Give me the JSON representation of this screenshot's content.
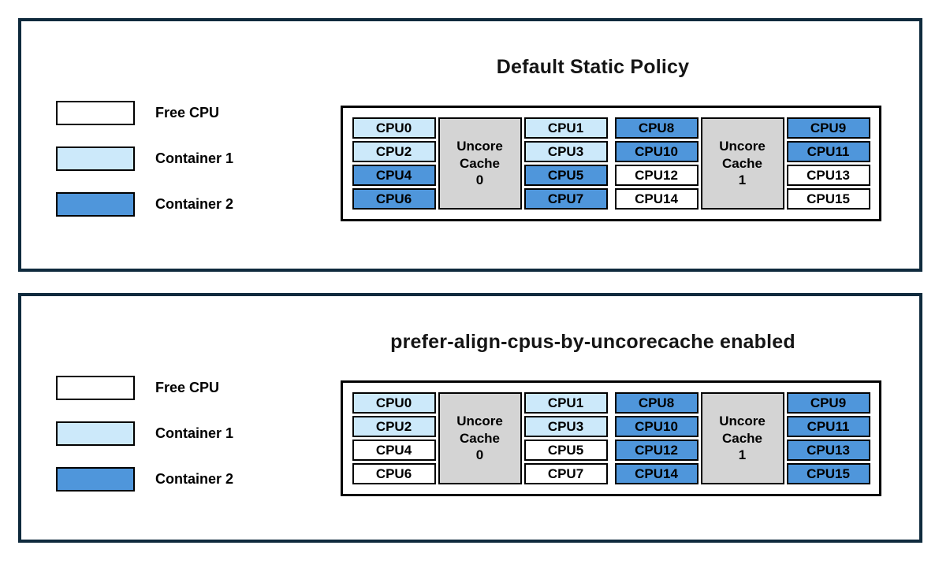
{
  "colors": {
    "free": "#ffffff",
    "container1": "#cce9fa",
    "container2": "#4f96db",
    "cache_fill": "#d4d4d4",
    "panel_border": "#0f2a3d",
    "cell_border": "#000000"
  },
  "legend": {
    "items": [
      {
        "label": "Free CPU",
        "state": "free"
      },
      {
        "label": "Container 1",
        "state": "container1"
      },
      {
        "label": "Container 2",
        "state": "container2"
      }
    ]
  },
  "panels": [
    {
      "title": "Default Static Policy",
      "groups": [
        {
          "cache_line1": "Uncore",
          "cache_line2": "Cache",
          "cache_number": "0",
          "left_cpus": [
            {
              "label": "CPU0",
              "state": "container1"
            },
            {
              "label": "CPU2",
              "state": "container1"
            },
            {
              "label": "CPU4",
              "state": "container2"
            },
            {
              "label": "CPU6",
              "state": "container2"
            }
          ],
          "right_cpus": [
            {
              "label": "CPU1",
              "state": "container1"
            },
            {
              "label": "CPU3",
              "state": "container1"
            },
            {
              "label": "CPU5",
              "state": "container2"
            },
            {
              "label": "CPU7",
              "state": "container2"
            }
          ]
        },
        {
          "cache_line1": "Uncore",
          "cache_line2": "Cache",
          "cache_number": "1",
          "left_cpus": [
            {
              "label": "CPU8",
              "state": "container2"
            },
            {
              "label": "CPU10",
              "state": "container2"
            },
            {
              "label": "CPU12",
              "state": "free"
            },
            {
              "label": "CPU14",
              "state": "free"
            }
          ],
          "right_cpus": [
            {
              "label": "CPU9",
              "state": "container2"
            },
            {
              "label": "CPU11",
              "state": "container2"
            },
            {
              "label": "CPU13",
              "state": "free"
            },
            {
              "label": "CPU15",
              "state": "free"
            }
          ]
        }
      ]
    },
    {
      "title": "prefer-align-cpus-by-uncorecache enabled",
      "groups": [
        {
          "cache_line1": "Uncore",
          "cache_line2": "Cache",
          "cache_number": "0",
          "left_cpus": [
            {
              "label": "CPU0",
              "state": "container1"
            },
            {
              "label": "CPU2",
              "state": "container1"
            },
            {
              "label": "CPU4",
              "state": "free"
            },
            {
              "label": "CPU6",
              "state": "free"
            }
          ],
          "right_cpus": [
            {
              "label": "CPU1",
              "state": "container1"
            },
            {
              "label": "CPU3",
              "state": "container1"
            },
            {
              "label": "CPU5",
              "state": "free"
            },
            {
              "label": "CPU7",
              "state": "free"
            }
          ]
        },
        {
          "cache_line1": "Uncore",
          "cache_line2": "Cache",
          "cache_number": "1",
          "left_cpus": [
            {
              "label": "CPU8",
              "state": "container2"
            },
            {
              "label": "CPU10",
              "state": "container2"
            },
            {
              "label": "CPU12",
              "state": "container2"
            },
            {
              "label": "CPU14",
              "state": "container2"
            }
          ],
          "right_cpus": [
            {
              "label": "CPU9",
              "state": "container2"
            },
            {
              "label": "CPU11",
              "state": "container2"
            },
            {
              "label": "CPU13",
              "state": "container2"
            },
            {
              "label": "CPU15",
              "state": "container2"
            }
          ]
        }
      ]
    }
  ]
}
